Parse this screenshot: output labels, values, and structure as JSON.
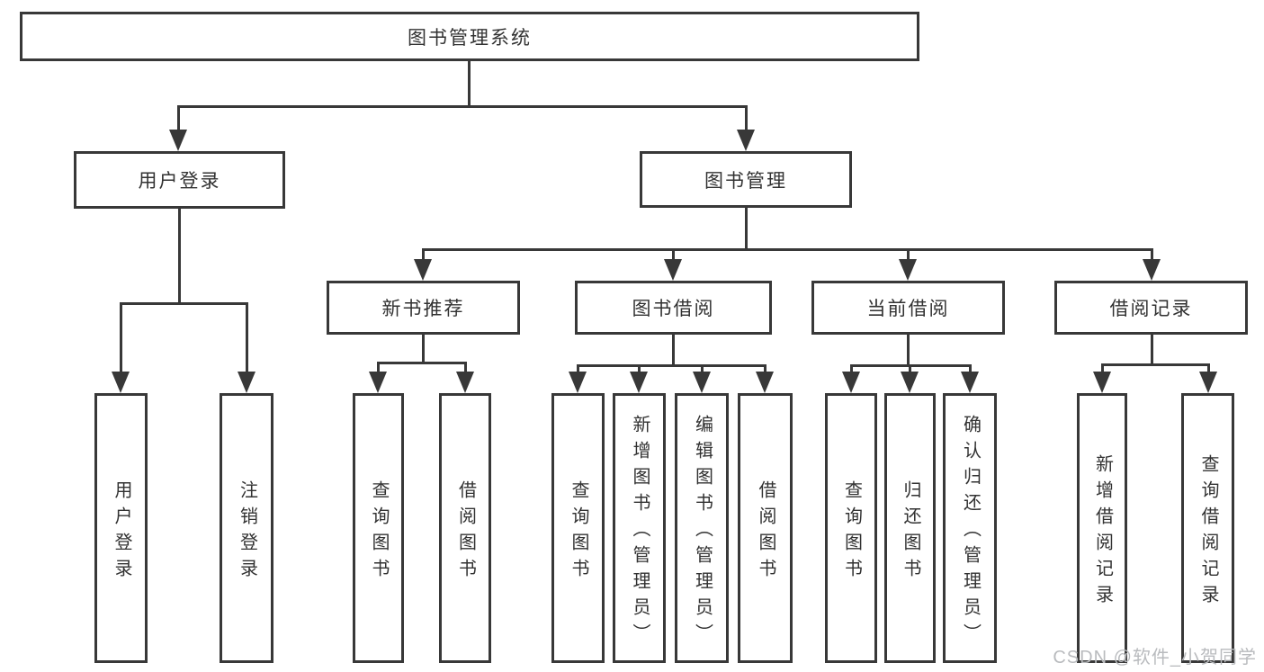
{
  "colors": {
    "line": "#383838",
    "text": "#323232",
    "background": "#ffffff",
    "watermark": "#b9bbbe"
  },
  "watermark": {
    "text": "CSDN @软件_小贺同学"
  },
  "diagram": {
    "root": {
      "label": "图书管理系统"
    },
    "level1": [
      {
        "id": "user-login",
        "label": "用户登录",
        "parent": "图书管理系统"
      },
      {
        "id": "book-management",
        "label": "图书管理",
        "parent": "图书管理系统"
      }
    ],
    "level2": [
      {
        "id": "new-book-recommend",
        "label": "新书推荐",
        "parent": "图书管理"
      },
      {
        "id": "book-borrow",
        "label": "图书借阅",
        "parent": "图书管理"
      },
      {
        "id": "current-borrow",
        "label": "当前借阅",
        "parent": "图书管理"
      },
      {
        "id": "borrow-records",
        "label": "借阅记录",
        "parent": "图书管理"
      }
    ],
    "leaves": [
      {
        "label": "用户登录",
        "parent": "用户登录"
      },
      {
        "label": "注销登录",
        "parent": "用户登录"
      },
      {
        "label": "查询图书",
        "parent": "新书推荐"
      },
      {
        "label": "借阅图书",
        "parent": "新书推荐"
      },
      {
        "label": "查询图书",
        "parent": "图书借阅"
      },
      {
        "label": "新增图书（管理员）",
        "parent": "图书借阅"
      },
      {
        "label": "编辑图书（管理员）",
        "parent": "图书借阅"
      },
      {
        "label": "借阅图书",
        "parent": "图书借阅"
      },
      {
        "label": "查询图书",
        "parent": "当前借阅"
      },
      {
        "label": "归还图书",
        "parent": "当前借阅"
      },
      {
        "label": "确认归还（管理员）",
        "parent": "当前借阅"
      },
      {
        "label": "新增借阅记录",
        "parent": "借阅记录"
      },
      {
        "label": "查询借阅记录",
        "parent": "借阅记录"
      }
    ]
  }
}
